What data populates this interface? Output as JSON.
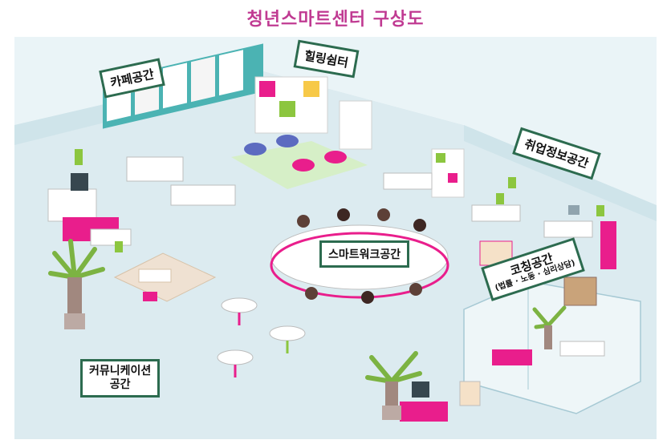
{
  "title": "청년스마트센터 구상도",
  "zones": {
    "cafe": "카페공간",
    "healing": "힐링쉼터",
    "job_info": "취업정보공간",
    "smart_work": "스마트워크공간",
    "coaching": "코칭공간",
    "coaching_sub": "(법률 · 노동 · 심리상담)",
    "communication_line1": "커뮤니케이션",
    "communication_line2": "공간"
  },
  "colors": {
    "title": "#c03a92",
    "floor": "#dcebf0",
    "sign_border": "#2c6b4f",
    "accent_magenta": "#d81b8a",
    "accent_green": "#8cc63f",
    "shelf_teal": "#4bb3b3"
  }
}
